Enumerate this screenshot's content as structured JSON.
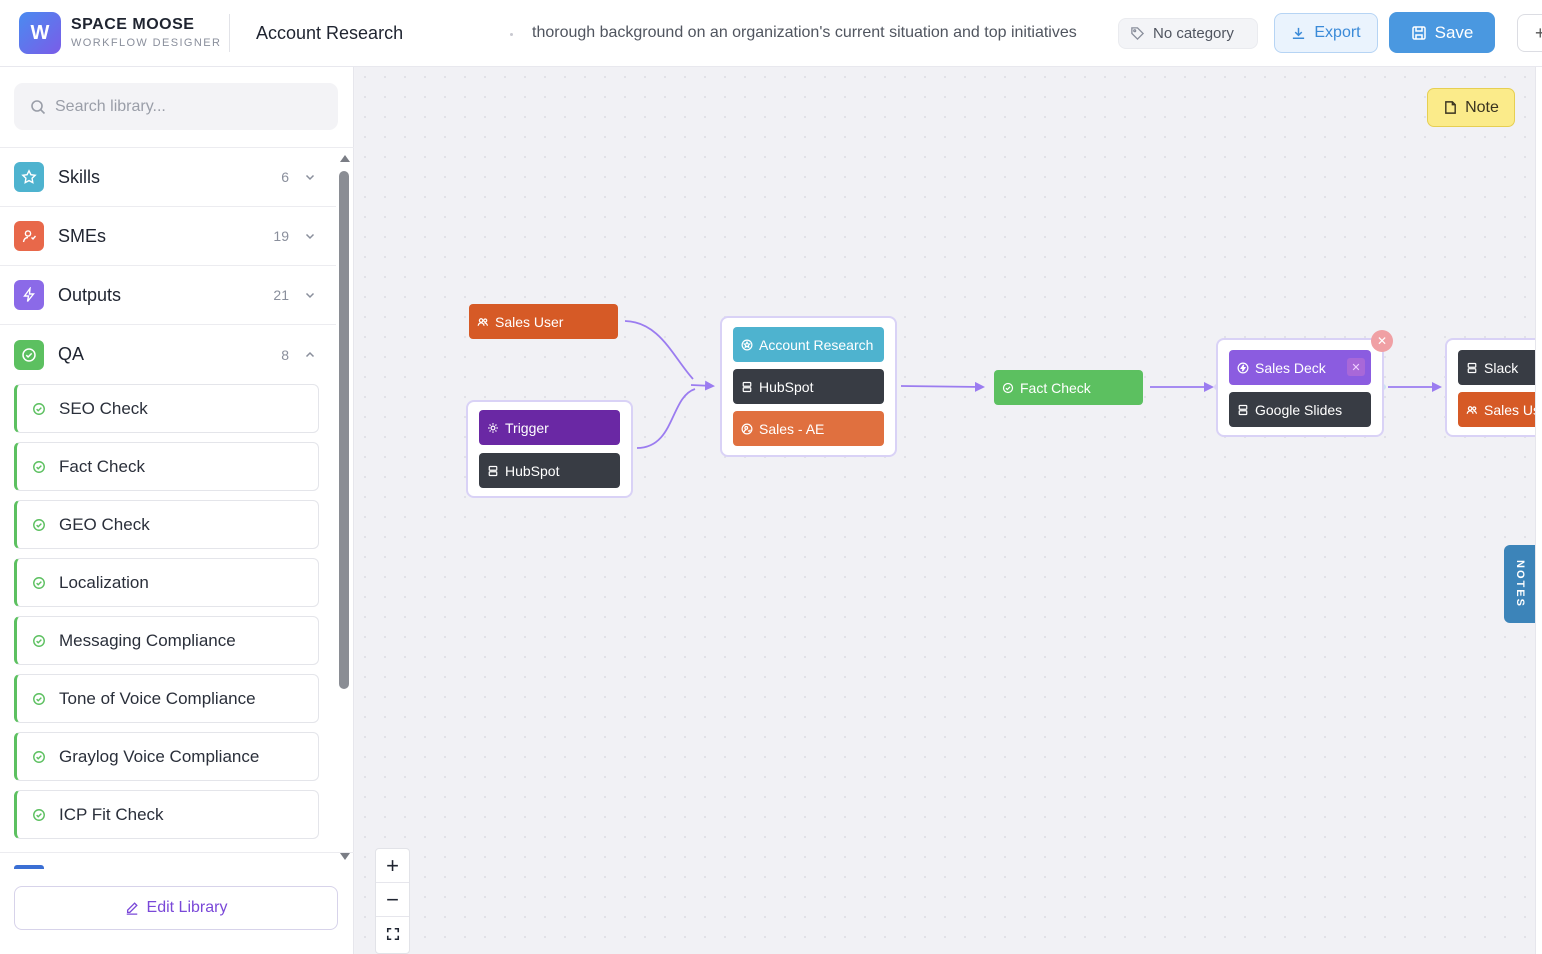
{
  "brand": {
    "logo_letter": "W",
    "name": "SPACE MOOSE",
    "subtitle": "WORKFLOW DESIGNER"
  },
  "header": {
    "title": "Account Research",
    "description": "thorough background on an organization's current situation and top initiatives",
    "category": "No category",
    "export_label": "Export",
    "save_label": "Save",
    "more_label": "+"
  },
  "sidebar": {
    "search_placeholder": "Search library...",
    "categories": [
      {
        "label": "Skills",
        "count": "6",
        "color": "#4eb3cf",
        "icon": "star-icon",
        "expanded": false
      },
      {
        "label": "SMEs",
        "count": "19",
        "color": "#e8684a",
        "icon": "user-icon",
        "expanded": false
      },
      {
        "label": "Outputs",
        "count": "21",
        "color": "#8b6ae8",
        "icon": "bolt-icon",
        "expanded": false
      },
      {
        "label": "QA",
        "count": "8",
        "color": "#5cc060",
        "icon": "check-circle-icon",
        "expanded": true
      }
    ],
    "qa_items": [
      "SEO Check",
      "Fact Check",
      "GEO Check",
      "Localization",
      "Messaging Compliance",
      "Tone of Voice Compliance",
      "Graylog Voice Compliance",
      "ICP Fit Check"
    ],
    "edit_library_label": "Edit Library"
  },
  "canvas": {
    "note_label": "Note",
    "notes_tab_label": "NOTES",
    "nodes": {
      "sales_user": "Sales User",
      "trigger_group": {
        "trigger": "Trigger",
        "hubspot": "HubSpot"
      },
      "account_group": {
        "account_research": "Account Research",
        "hubspot": "HubSpot",
        "sales_ae": "Sales - AE"
      },
      "fact_check": "Fact Check",
      "deck_group": {
        "sales_deck": "Sales Deck",
        "google_slides": "Google Slides"
      },
      "slack_group": {
        "slack": "Slack",
        "sales_user": "Sales User"
      }
    },
    "zoom": {
      "in": "+",
      "out": "−"
    }
  },
  "colors": {
    "accent": "#4a98e0",
    "edge": "#9b7cf0",
    "qa_green": "#5cc060"
  }
}
